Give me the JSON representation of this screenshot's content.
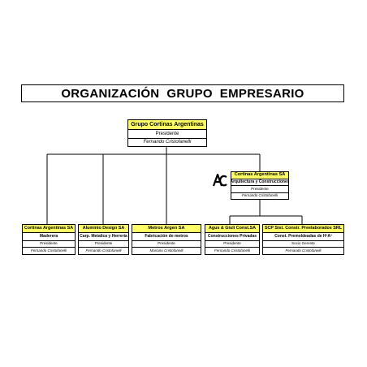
{
  "title": "ORGANIZACIÓN  GRUPO  EMPRESARIO",
  "logo_icon": "ac-company-logo-icon",
  "colors": {
    "header_fill": "#ffff66",
    "border": "#000000",
    "background": "#ffffff"
  },
  "root": {
    "name": "Grupo Cortinas Argentinas",
    "role": "Presidente",
    "person": "Fernando Cristofanelli"
  },
  "mid": {
    "name": "Cortinas Argentinas SA",
    "desc": "Arquitectura y Construcciones",
    "role": "Presidente",
    "person": "Fernando Cristofanelli"
  },
  "companies": [
    {
      "name": "Cortinas Argentinas SA",
      "desc": "Maderera",
      "role": "Presidente",
      "person": "Fernando Cristofanelli"
    },
    {
      "name": "Aluminio Design SA",
      "desc": "Carp. Metalica y Herrería",
      "role": "Presidente",
      "person": "Fernando Cristofanelli"
    },
    {
      "name": "Metros Argen SA",
      "desc": "Fabricación de metros",
      "role": "Presidente",
      "person": "Mariano Cristofanelli"
    },
    {
      "name": "Agus & Giuli Const.SA",
      "desc": "Construcciones Privadas",
      "role": "Presidente",
      "person": "Fernando Cristofanelli"
    },
    {
      "name": "SCP Sist. Constr. Preelaborados SRL",
      "desc": "Const. Premoldeadas de HºAº",
      "role": "Socio Gerente",
      "person": "Fernando Cristofanelli"
    }
  ]
}
